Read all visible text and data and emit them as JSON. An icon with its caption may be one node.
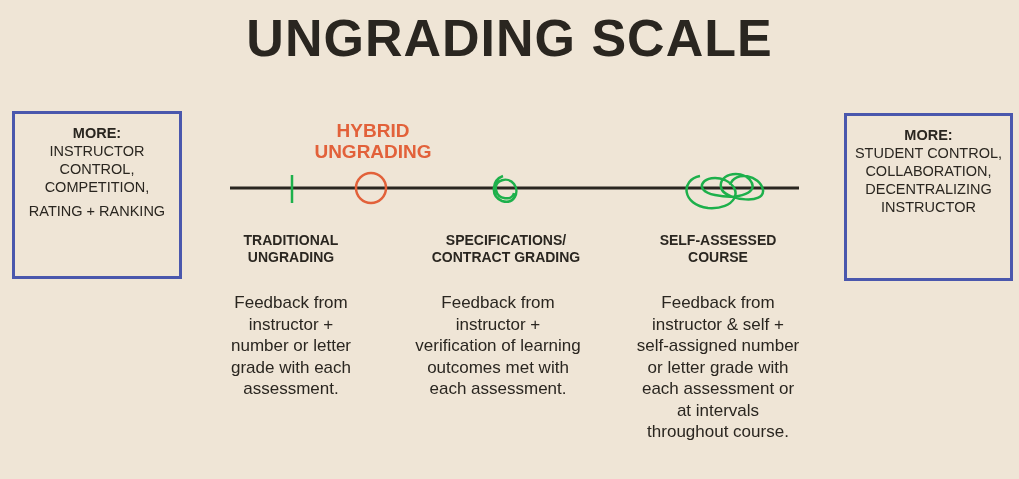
{
  "diagram": {
    "title": "UNGRADING SCALE",
    "nodes": [
      {
        "text": [
          "MORE:",
          "INSTRUCTOR CONTROL, COMPETITION,",
          "RATING + RANKING"
        ]
      },
      {
        "text": [
          "MORE:",
          "STUDENT CONTROL, COLLABORATION, DECENTRALIZING INSTRUCTOR"
        ]
      }
    ],
    "edges": [],
    "labels": [
      "HYBRID UNGRADING",
      "TRADITIONAL UNGRADING",
      "SPECIFICATIONS/ CONTRACT GRADING",
      "SELF-ASSESSED COURSE",
      "Feedback from instructor + number or letter grade with each assessment.",
      "Feedback from instructor + verification of learning outcomes met with each assessment.",
      "Feedback from instructor & self + self-assigned number or letter grade with each assessment or at intervals throughout course."
    ]
  }
}
